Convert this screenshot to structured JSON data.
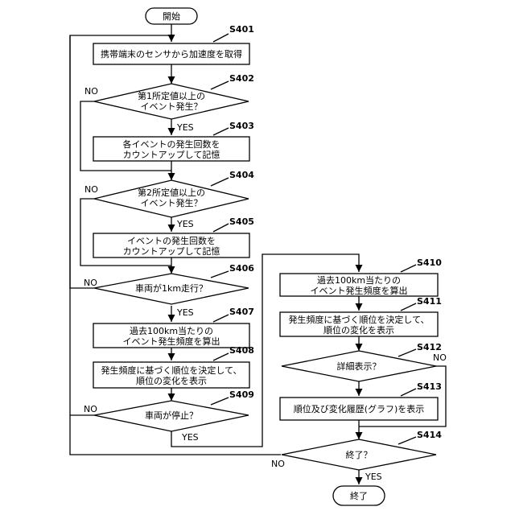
{
  "start_label": "開始",
  "end_label": "終了",
  "yes_label": "YES",
  "no_label": "NO",
  "steps": {
    "S401": {
      "id": "S401",
      "lines": [
        "携帯端末のセンサから加速度を取得"
      ]
    },
    "S402": {
      "id": "S402",
      "lines": [
        "第1所定値以上の",
        "イベント発生？"
      ]
    },
    "S403": {
      "id": "S403",
      "lines": [
        "各イベントの発生回数を",
        "カウントアップして記憶"
      ]
    },
    "S404": {
      "id": "S404",
      "lines": [
        "第2所定値以上の",
        "イベント発生？"
      ]
    },
    "S405": {
      "id": "S405",
      "lines": [
        "イベントの発生回数を",
        "カウントアップして記憶"
      ]
    },
    "S406": {
      "id": "S406",
      "lines": [
        "車両が1km走行？"
      ]
    },
    "S407": {
      "id": "S407",
      "lines": [
        "過去100km当たりの",
        "イベント発生頻度を算出"
      ]
    },
    "S408": {
      "id": "S408",
      "lines": [
        "発生頻度に基づく順位を決定して、",
        "順位の変化を表示"
      ]
    },
    "S409": {
      "id": "S409",
      "lines": [
        "車両が停止？"
      ]
    },
    "S410": {
      "id": "S410",
      "lines": [
        "過去100km当たりの",
        "イベント発生頻度を算出"
      ]
    },
    "S411": {
      "id": "S411",
      "lines": [
        "発生頻度に基づく順位を決定して、",
        "順位の変化を表示"
      ]
    },
    "S412": {
      "id": "S412",
      "lines": [
        "詳細表示？"
      ]
    },
    "S413": {
      "id": "S413",
      "lines": [
        "順位及び変化履歴(グラフ)を表示"
      ]
    },
    "S414": {
      "id": "S414",
      "lines": [
        "終了？"
      ]
    }
  }
}
